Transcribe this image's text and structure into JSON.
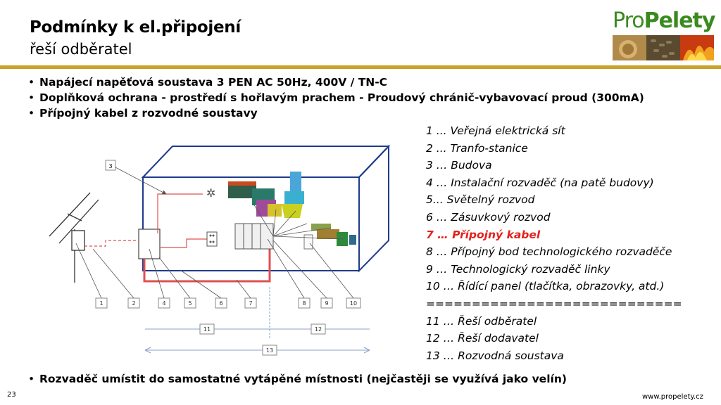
{
  "slide": {
    "title": "Podmínky k el.připojení",
    "subtitle": "řeší odběratel",
    "page_number": "23",
    "url": "www.propelety.cz"
  },
  "logo": {
    "text_pro": "Pro",
    "text_pelety": "Pelety"
  },
  "bullets": [
    "Napájecí napěťová soustava 3 PEN AC 50Hz, 400V / TN-C",
    "Doplňková ochrana - prostředí s hořlavým prachem - Proudový chránič-vybavovací proud (300mA)",
    "Přípojný kabel z rozvodné soustavy"
  ],
  "legend": [
    "1 ... Veřejná elektrická sít",
    "2 ... Tranfo-stanice",
    "3 … Budova",
    "4 … Instalační rozvaděč (na patě budovy)",
    "5... Světelný rozvod",
    "6 … Zásuvkový  rozvod",
    "7 … Přípojný kabel",
    "8 … Přípojný bod technologického rozvaděče",
    "9 … Technologický rozvaděč linky",
    "10 … Řídící panel (tlačítka, obrazovky, atd.)",
    "============================",
    "11 … Řeší odběratel",
    "12 … Řeší dodavatel",
    "13 … Rozvodná soustava"
  ],
  "diagram_labels": {
    "n1": "1",
    "n2": "2",
    "n3": "3",
    "n4": "4",
    "n5": "5",
    "n6": "6",
    "n7": "7",
    "n8": "8",
    "n9": "9",
    "n10": "10",
    "n11": "11",
    "n12": "12",
    "n13": "13"
  },
  "bottom_note": "Rozvaděč umístit do samostatné vytápěné místnosti (nejčastěji se využívá jako velín)",
  "colors": {
    "accent_rule": "#c9a227",
    "highlight": "#e3211c",
    "cable": "#e05050",
    "logo_green": "#3a8a1e"
  }
}
